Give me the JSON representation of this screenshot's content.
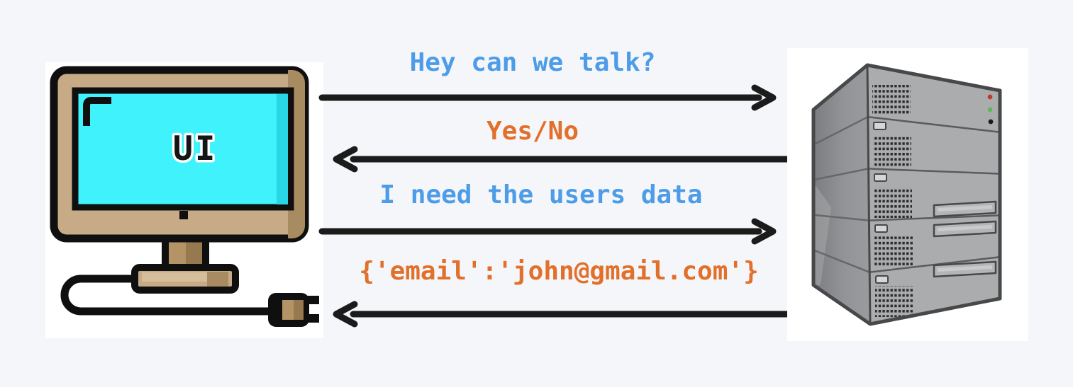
{
  "colors": {
    "bg": "#F5F6FA",
    "card": "#FFFFFF",
    "request": "#4D9CE8",
    "response": "#E2702A",
    "arrow": "#1B1B1B",
    "screen": "#3FF2FC",
    "monitor_frame": "#C7AB87"
  },
  "client": {
    "screen_label": "UI"
  },
  "messages": [
    {
      "text": "Hey can we talk?",
      "direction": "right",
      "role": "request"
    },
    {
      "text": "Yes/No",
      "direction": "left",
      "role": "response"
    },
    {
      "text": "I need the users data",
      "direction": "right",
      "role": "request"
    },
    {
      "text": "{'email':'john@gmail.com'}",
      "direction": "left",
      "role": "response"
    }
  ]
}
